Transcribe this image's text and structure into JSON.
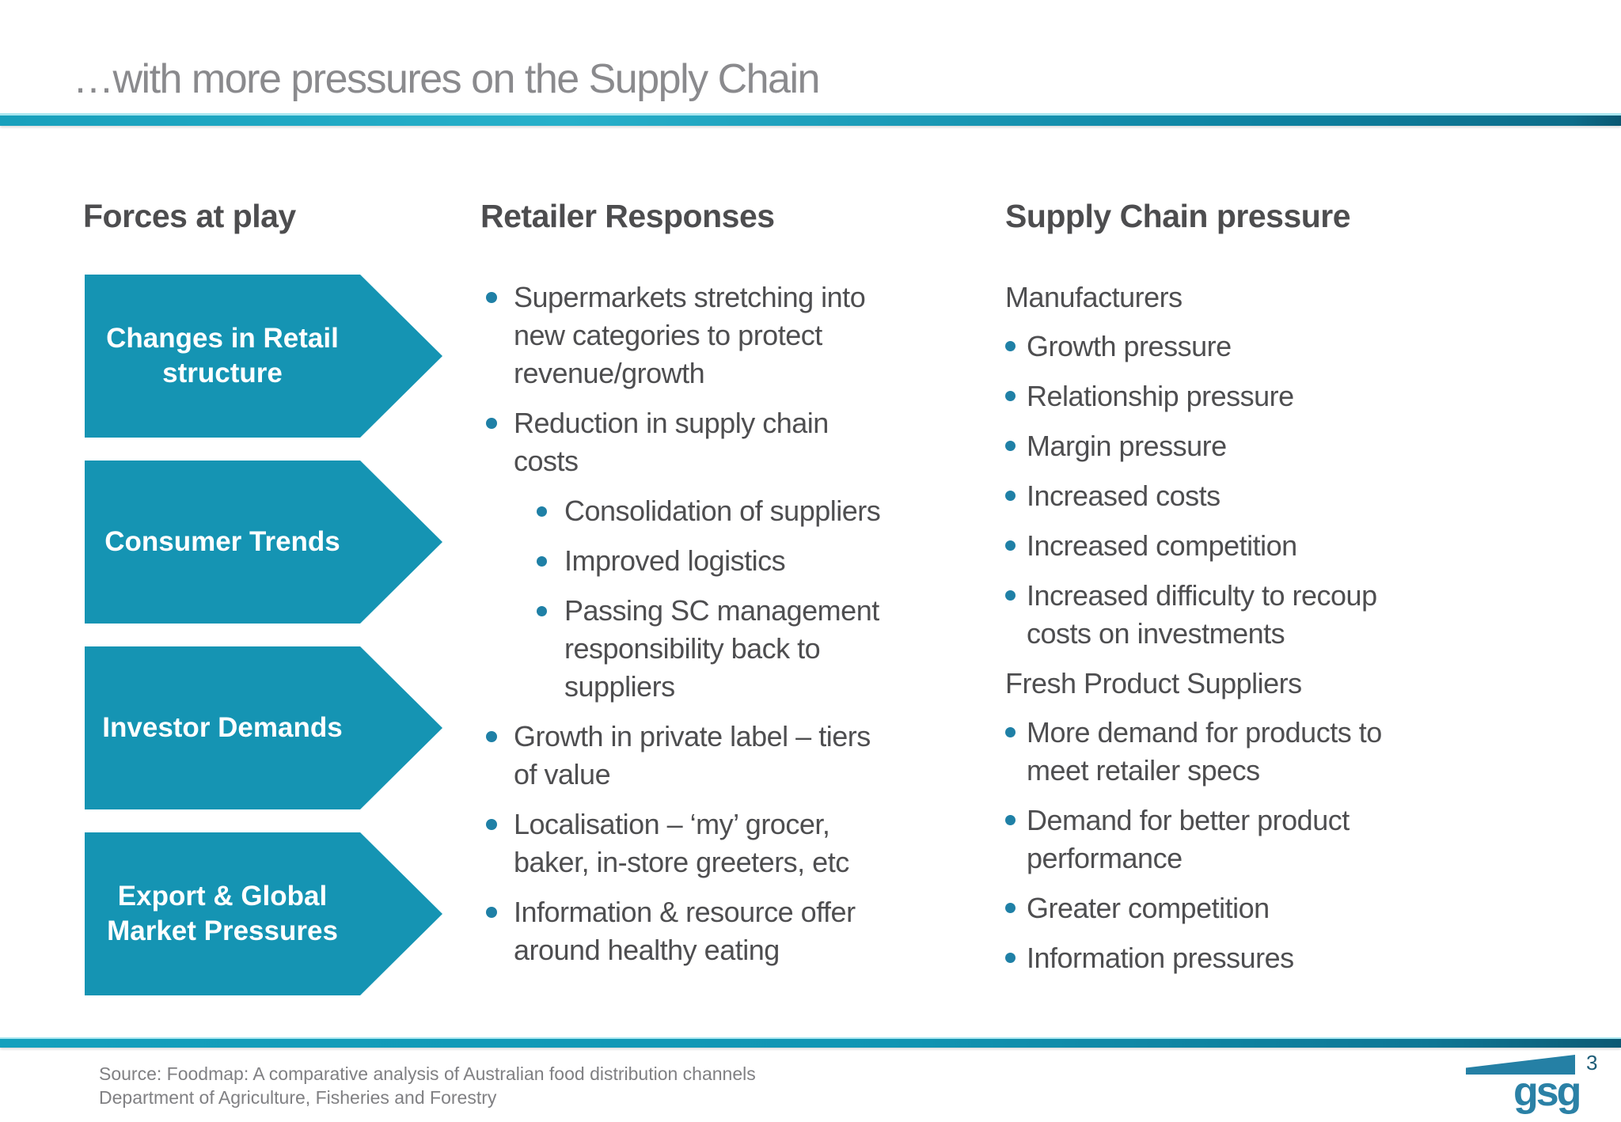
{
  "slide": {
    "title": "…with more pressures on the Supply Chain",
    "columns": {
      "forces": {
        "heading": "Forces at play",
        "arrows": [
          "Changes in Retail\nstructure",
          "Consumer Trends",
          "Investor Demands",
          "Export & Global\nMarket Pressures"
        ]
      },
      "retailer": {
        "heading": "Retailer Responses",
        "items": [
          {
            "level": 1,
            "text": "Supermarkets stretching into\nnew categories to protect\nrevenue/growth"
          },
          {
            "level": 1,
            "text": "Reduction in supply chain\ncosts"
          },
          {
            "level": 2,
            "text": "Consolidation of suppliers"
          },
          {
            "level": 2,
            "text": "Improved logistics"
          },
          {
            "level": 2,
            "text": "Passing SC management\nresponsibility back to\nsuppliers"
          },
          {
            "level": 1,
            "text": "Growth in private label – tiers\nof value"
          },
          {
            "level": 1,
            "text": "Localisation – ‘my’ grocer,\nbaker, in-store greeters, etc"
          },
          {
            "level": 1,
            "text": "Information & resource offer\naround healthy eating"
          }
        ]
      },
      "supply": {
        "heading": "Supply Chain pressure",
        "groups": [
          {
            "subheading": "Manufacturers",
            "items": [
              "Growth pressure",
              "Relationship pressure",
              "Margin pressure",
              "Increased costs",
              "Increased competition",
              "Increased difficulty to recoup\ncosts on investments"
            ]
          },
          {
            "subheading": "Fresh Product Suppliers",
            "items": [
              "More demand for products to\nmeet retailer specs",
              "Demand for better product\nperformance",
              "Greater competition",
              "Information pressures"
            ]
          }
        ]
      }
    },
    "footer": {
      "source_line1": "Source: Foodmap: A comparative analysis of Australian food distribution channels",
      "source_line2": "Department of Agriculture, Fisheries and Forestry",
      "logo_text": "gsg",
      "page_number": "3"
    }
  },
  "colors": {
    "arrow_teal": "#1594B3",
    "bullet_teal": "#1F80A6",
    "body_text": "#4E4E50",
    "title_gray": "#8A8A8D",
    "footer_gray": "#808083",
    "logo_teal": "#2B81A6",
    "page_number": "#1D5C77",
    "bar_gradient_start": "#27B0CA",
    "bar_gradient_end": "#0C6D8A"
  }
}
